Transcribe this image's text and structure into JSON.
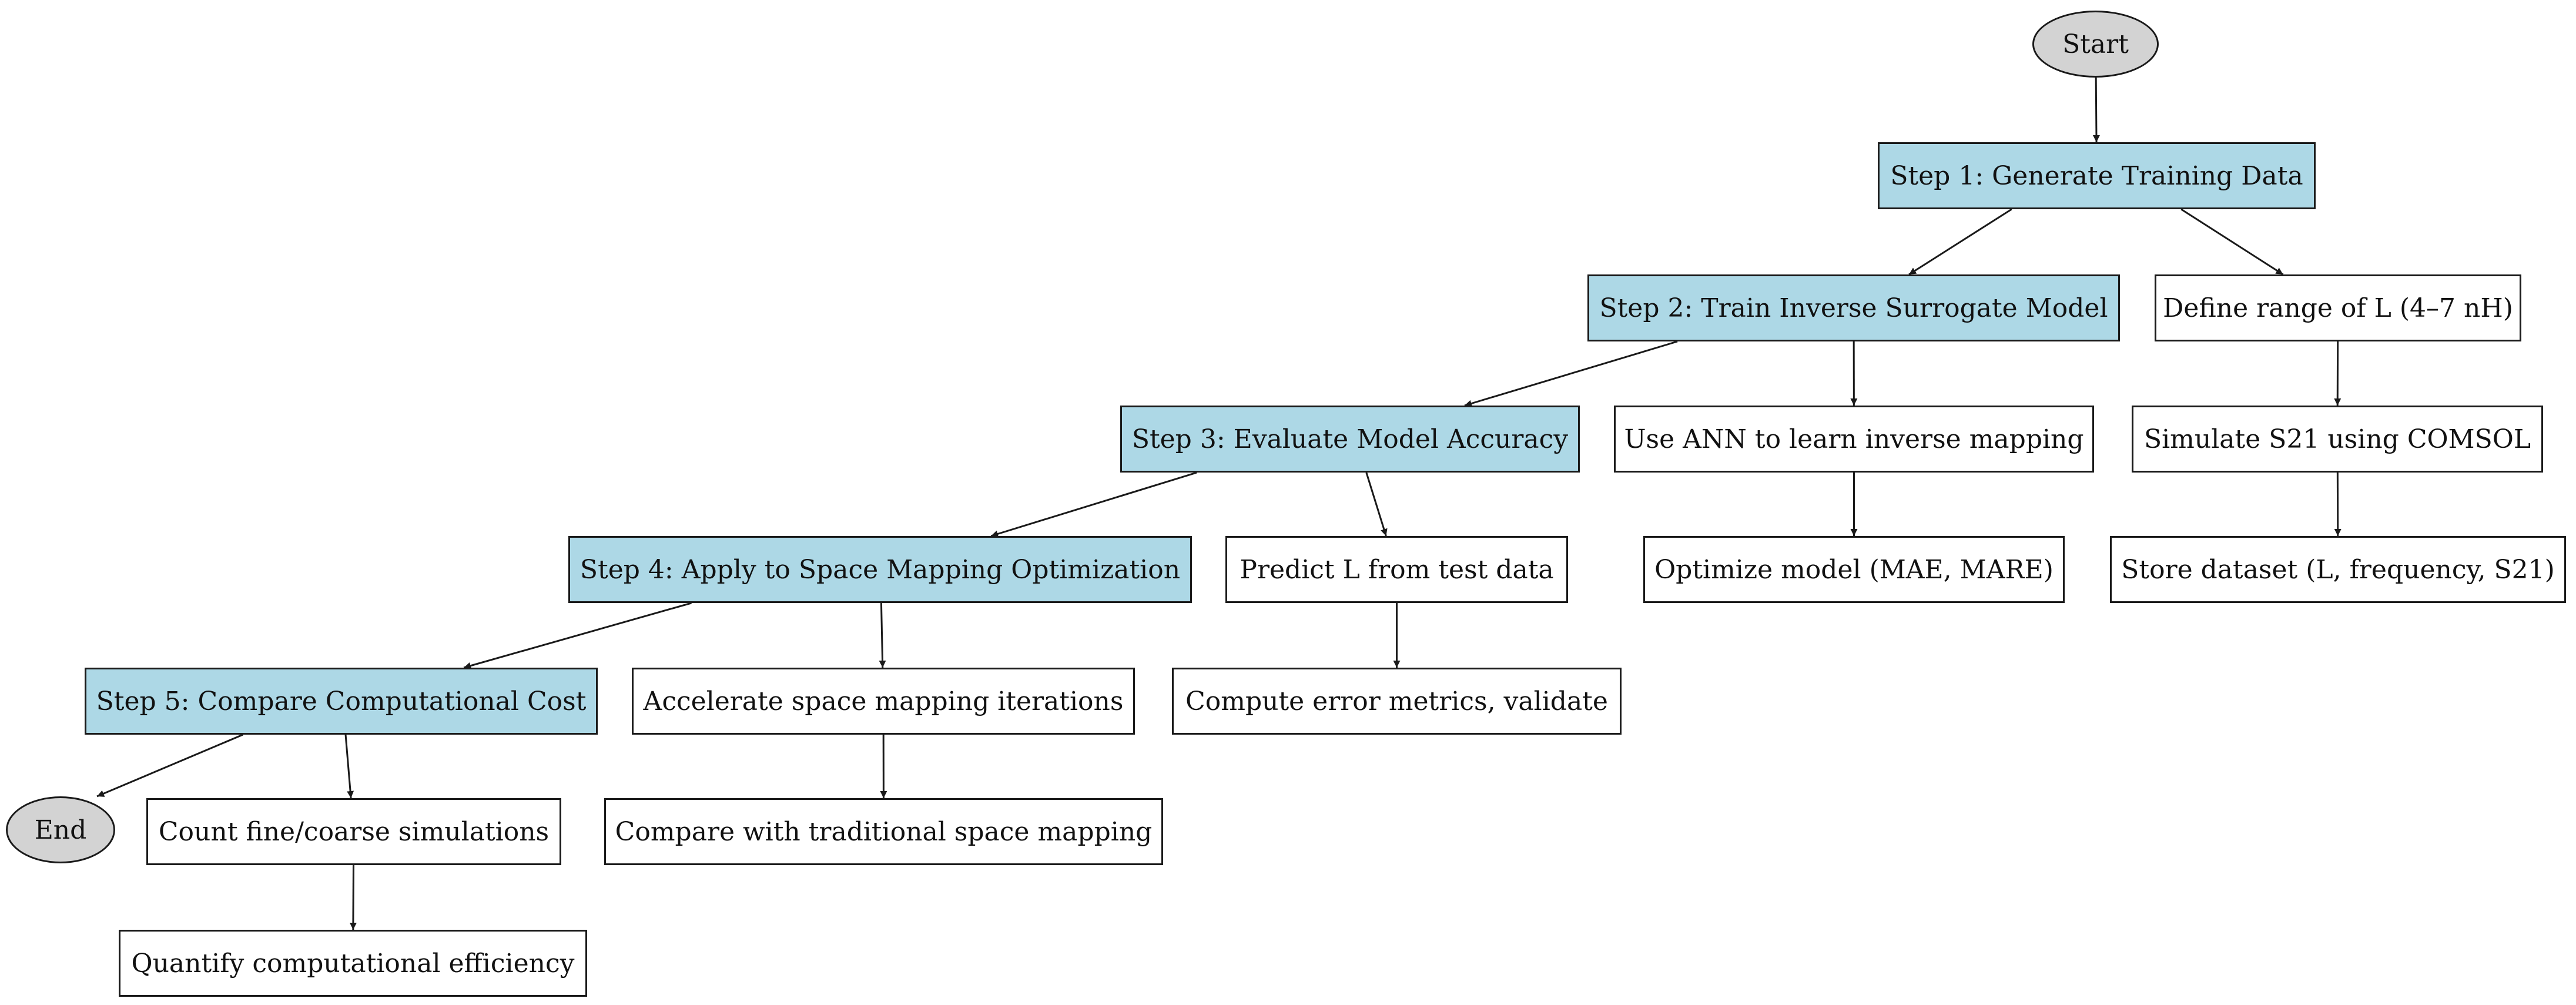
{
  "diagram": {
    "terminals": {
      "start": "Start",
      "end": "End"
    },
    "steps": [
      "Step 1: Generate Training Data",
      "Step 2: Train Inverse Surrogate Model",
      "Step 3: Evaluate Model Accuracy",
      "Step 4: Apply to Space Mapping Optimization",
      "Step 5: Compare Computational Cost"
    ],
    "tasks": {
      "define_range": "Define range of L (4–7 nH)",
      "simulate_s21": "Simulate S21 using COMSOL",
      "store_dataset": "Store dataset (L, frequency, S21)",
      "use_ann": "Use ANN to learn inverse mapping",
      "optimize_model": "Optimize model (MAE, MARE)",
      "predict_l": "Predict L from test data",
      "compute_error": "Compute error metrics, validate",
      "accelerate_sm": "Accelerate space mapping iterations",
      "compare_traditional": "Compare with traditional space mapping",
      "count_sims": "Count fine/coarse simulations",
      "quantify_eff": "Quantify computational efficiency"
    },
    "colors": {
      "step_fill": "#add8e6",
      "terminal_fill": "#d3d3d3",
      "task_fill": "#ffffff",
      "stroke": "#1a1a1a"
    },
    "edges": [
      [
        "start",
        "step1"
      ],
      [
        "step1",
        "step2"
      ],
      [
        "step1",
        "define_range"
      ],
      [
        "define_range",
        "simulate_s21"
      ],
      [
        "simulate_s21",
        "store_dataset"
      ],
      [
        "step2",
        "step3"
      ],
      [
        "step2",
        "use_ann"
      ],
      [
        "use_ann",
        "optimize_model"
      ],
      [
        "step3",
        "step4"
      ],
      [
        "step3",
        "predict_l"
      ],
      [
        "predict_l",
        "compute_error"
      ],
      [
        "step4",
        "step5"
      ],
      [
        "step4",
        "accelerate_sm"
      ],
      [
        "accelerate_sm",
        "compare_traditional"
      ],
      [
        "step5",
        "end"
      ],
      [
        "step5",
        "count_sims"
      ],
      [
        "count_sims",
        "quantify_eff"
      ]
    ]
  }
}
